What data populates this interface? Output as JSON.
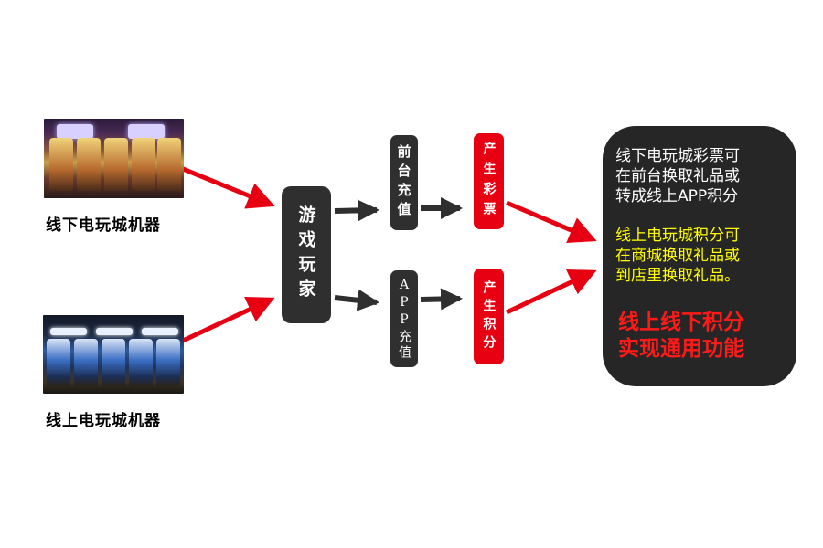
{
  "left": {
    "offline_caption": "线下电玩城机器",
    "online_caption": "线上电玩城机器"
  },
  "player_label": "游戏玩家",
  "topup": {
    "front_desk": "前台充值",
    "app": "APP充值"
  },
  "outputs": {
    "ticket": "产生彩票",
    "points": "产生积分"
  },
  "panel": {
    "white_lines": [
      "线下电玩城彩票可",
      "在前台换取礼品或",
      "转成线上APP积分"
    ],
    "yellow_lines": [
      "线上电玩城积分可",
      "在商城换取礼品或",
      "到店里换取礼品。"
    ],
    "red_lines": [
      "线上线下积分",
      "实现通用功能"
    ]
  },
  "colors": {
    "red_arrow": "#e60012",
    "dark_arrow": "#2f2f2f",
    "box_dark": "#2f2f2f",
    "box_red": "#e60012",
    "panel_bg": "#262626",
    "highlight_yellow": "#ffff00",
    "highlight_red": "#ff1a1a"
  }
}
